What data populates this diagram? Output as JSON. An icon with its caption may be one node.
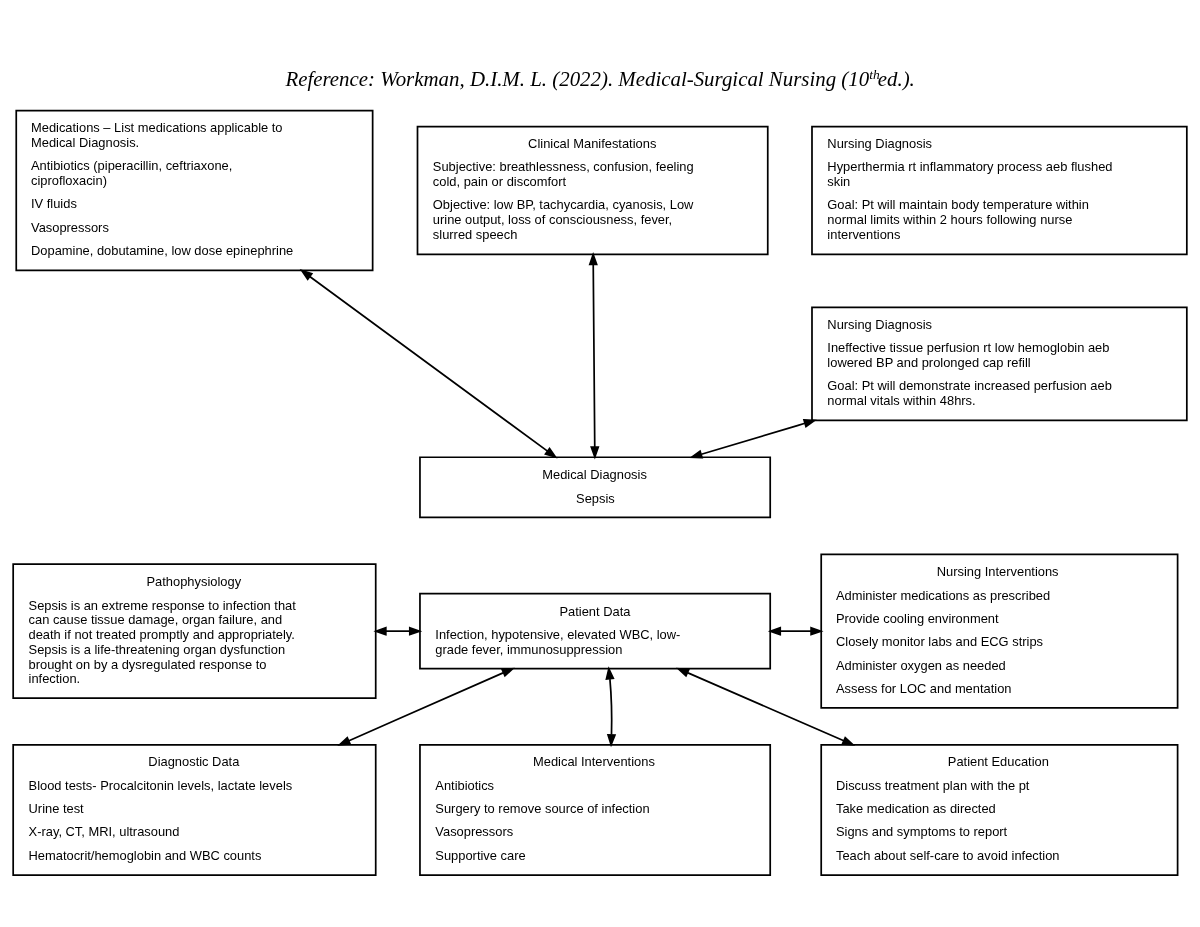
{
  "diagram": {
    "title": "Reference: Workman, D.I.M. L. (2022). Medical-Surgical Nursing (10$^{th}$ed.).",
    "nodes": [
      {
        "text": [
          "Medications – List medications applicable to Medical Diagnosis.",
          "Antibiotics (piperacillin, ceftriaxone, ciprofloxacin)",
          "IV fluids",
          "Vasopressors",
          "Dopamine, dobutamine, low dose epinephrine"
        ]
      },
      {
        "text": [
          "Clinical Manifestations",
          "Subjective: breathlessness, confusion, feeling cold, pain or discomfort",
          "Objective: low BP, tachycardia, cyanosis, Low urine output, loss of consciousness, fever, slurred speech"
        ]
      },
      {
        "text": [
          "Nursing Diagnosis",
          "Hyperthermia rt inflammatory process aeb flushed skin",
          "Goal: Pt will maintain body temperature within normal limits within 2 hours following nurse interventions"
        ]
      },
      {
        "text": [
          "Nursing Diagnosis",
          "Ineffective tissue perfusion rt low hemoglobin aeb lowered BP and prolonged cap refill",
          "Goal: Pt will demonstrate increased perfusion aeb normal vitals within 48hrs."
        ]
      },
      {
        "text": [
          "Pathophysiology",
          "Sepsis is an extreme response to infection that can cause tissue damage, organ failure, and death if not treated promptly and appropriately. Sepsis is a life-threatening organ dysfunction brought on by a dysregulated response to infection."
        ]
      },
      {
        "text": [
          "Medical Diagnosis",
          "Sepsis"
        ]
      },
      {
        "text": [
          "Patient Data",
          "Infection, hypotensive, elevated WBC, low-grade fever, immunosuppression"
        ]
      },
      {
        "text": [
          "Nursing Interventions",
          "Administer medications as prescribed",
          "Provide cooling environment",
          "Closely monitor labs and ECG strips",
          "Administer oxygen as needed",
          "Assess for LOC and mentation"
        ]
      },
      {
        "text": [
          "Diagnostic Data",
          "Blood tests- Procalcitonin levels, lactate levels",
          "Urine test",
          "X-ray, CT, MRI, ultrasound",
          "Hematocrit/hemoglobin and WBC counts"
        ]
      },
      {
        "text": [
          "Medical Interventions",
          "Antibiotics",
          "Surgery to remove source of infection",
          "Vasopressors",
          "Supportive care"
        ]
      },
      {
        "text": [
          "Patient Education",
          "Discuss treatment plan with the pt",
          "Take medication as directed",
          "Signs and symptoms to report",
          "Teach about self-care to avoid infection"
        ]
      }
    ],
    "edges": [
      {
        "from": 0,
        "to": 5,
        "arrow": "both"
      },
      {
        "from": 1,
        "to": 5,
        "arrow": "both"
      },
      {
        "from": 3,
        "to": 5,
        "arrow": "both"
      },
      {
        "from": 4,
        "to": 6,
        "arrow": "both"
      },
      {
        "from": 6,
        "to": 7,
        "arrow": "both"
      },
      {
        "from": 6,
        "to": 8,
        "arrow": "both"
      },
      {
        "from": 6,
        "to": 9,
        "arrow": "both"
      },
      {
        "from": 6,
        "to": 10,
        "arrow": "both"
      }
    ]
  }
}
